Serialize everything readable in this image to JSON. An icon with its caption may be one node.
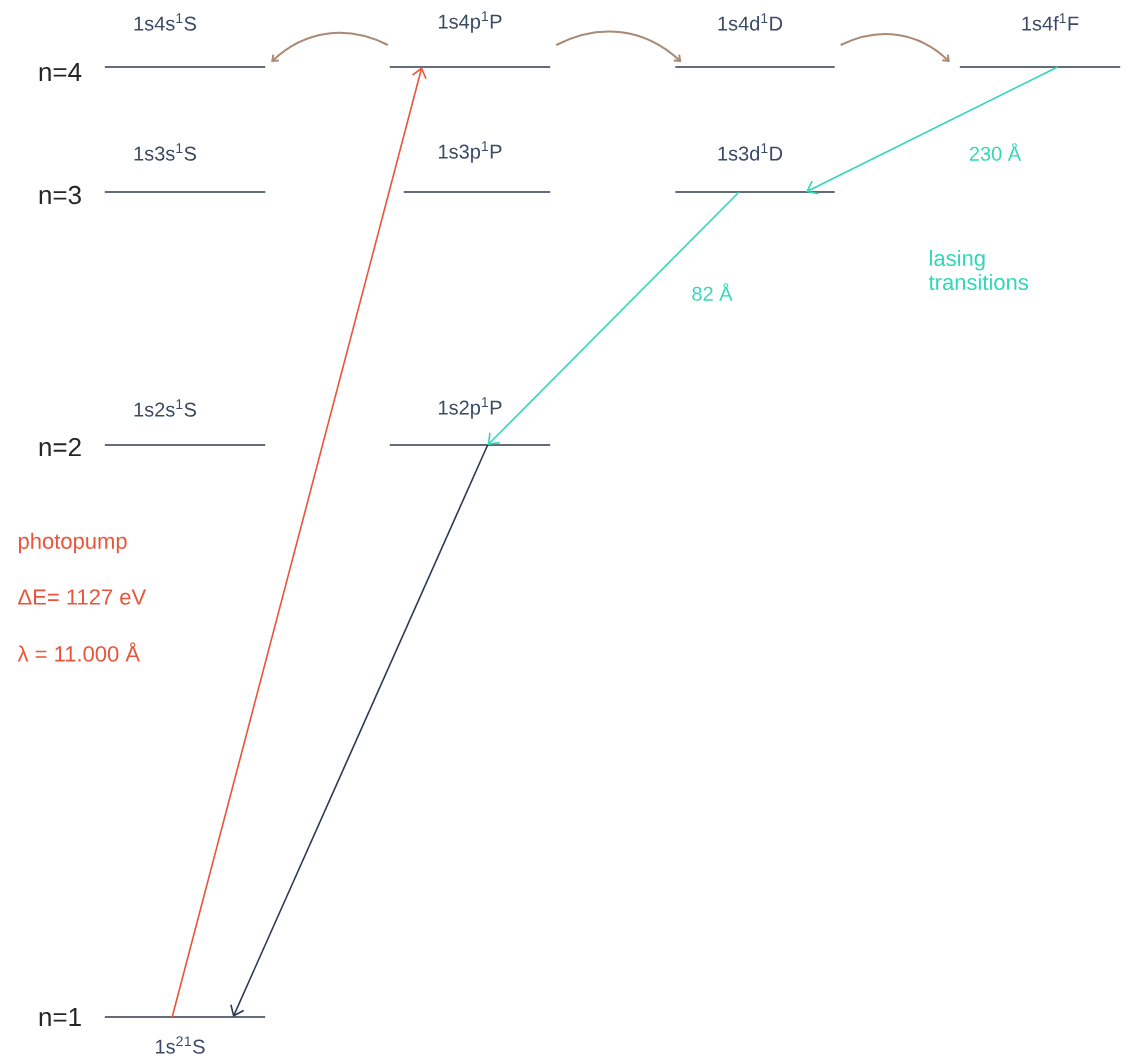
{
  "diagram": {
    "nodes": [
      {
        "text": [
          "1s4s$^{1}$S"
        ]
      },
      {
        "text": [
          "1s4p$^{1}$P"
        ]
      },
      {
        "text": [
          "1s4d$^{1}$D"
        ]
      },
      {
        "text": [
          "1s4f$^{1}$F"
        ]
      },
      {
        "text": [
          "1s3s$^{1}$S"
        ]
      },
      {
        "text": [
          "1s3p$^{1}$P"
        ]
      },
      {
        "text": [
          "1s3d$^{1}$D"
        ]
      },
      {
        "text": [
          "1s2s$^{1}$S"
        ]
      },
      {
        "text": [
          "1s2p$^{1}$P"
        ]
      },
      {
        "text": [
          "1s$^{2}$$^{1}$S"
        ]
      }
    ],
    "edges": [
      {
        "from": 1,
        "to": 0,
        "arrow": "to",
        "color": "#a98a74"
      },
      {
        "from": 1,
        "to": 2,
        "arrow": "to",
        "color": "#a98a74"
      },
      {
        "from": 2,
        "to": 3,
        "arrow": "to",
        "color": "#a98a74"
      },
      {
        "from": 9,
        "to": 1,
        "arrow": "to",
        "color": "#e8553a"
      },
      {
        "from": 3,
        "to": 6,
        "arrow": "to",
        "color": "#2fd8b8",
        "label": "230 Å"
      },
      {
        "from": 6,
        "to": 8,
        "arrow": "to",
        "color": "#2fd8b8",
        "label": "82 Å"
      },
      {
        "from": 8,
        "to": 9,
        "arrow": "to",
        "color": "#2c3a52"
      }
    ],
    "labels": [
      "n=4",
      "n=3",
      "n=2",
      "n=1",
      "lasing transitions",
      "photopump",
      "ΔE= 1127 eV",
      "λ = 11.000 Å"
    ]
  }
}
